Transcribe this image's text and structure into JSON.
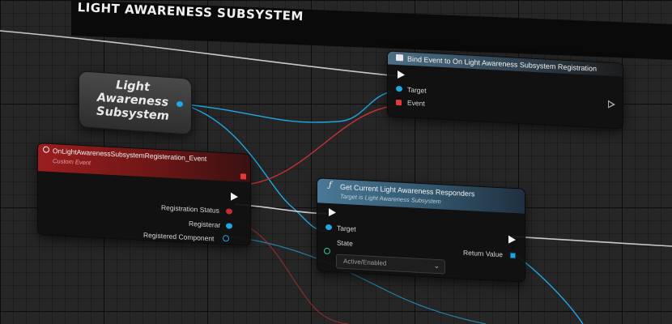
{
  "comment": {
    "title": "LIGHT AWARENESS SUBSYSTEM"
  },
  "ref_node": {
    "name": "Light Awareness Subsystem"
  },
  "bind_node": {
    "title": "Bind Event to On Light Awareness Subsystem Registration",
    "icon": "bind-event-icon",
    "pins": {
      "target": "Target",
      "event": "Event"
    }
  },
  "event_node": {
    "title": "OnLightAwarenessSubsystemRegisteration_Event",
    "subtitle": "Custom Event",
    "icon": "custom-event-icon",
    "pins": {
      "registration_status": "Registration Status",
      "registerar": "Registerar",
      "registered_component": "Registered Component"
    }
  },
  "func_node": {
    "title": "Get Current Light Awareness Responders",
    "subtitle": "Target is Light Awareness Subsystem",
    "icon": "function-icon",
    "pins": {
      "target": "Target",
      "state": "State",
      "return_value": "Return Value"
    },
    "state_value": "Active/Enabled"
  },
  "colors": {
    "object_pin": "#1ea7e4",
    "delegate_pin": "#e23a3a",
    "exec_wire": "#e6e6e6",
    "event_header": "#8c1a1a",
    "function_header": "#3e6a86"
  }
}
